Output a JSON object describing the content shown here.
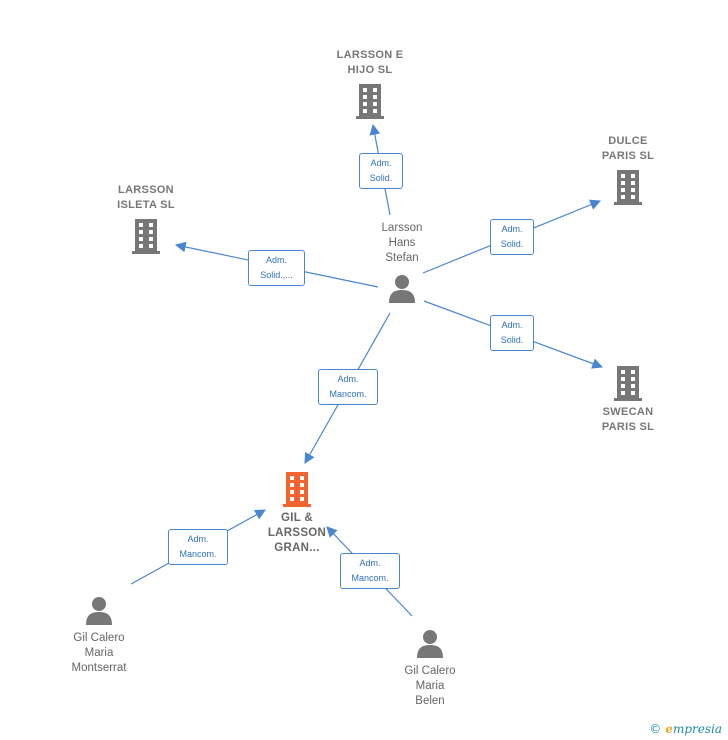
{
  "nodes": {
    "larsson_e_hijo": {
      "label": "LARSSON E\nHIJO  SL",
      "type": "company"
    },
    "dulce_paris": {
      "label": "DULCE\nPARIS  SL",
      "type": "company"
    },
    "larsson_isleta": {
      "label": "LARSSON\nISLETA  SL",
      "type": "company"
    },
    "swecan_paris": {
      "label": "SWECAN\nPARIS SL",
      "type": "company"
    },
    "gil_larsson": {
      "label": "GIL &\nLARSSON\nGRAN...",
      "type": "company-main"
    },
    "larsson_hans": {
      "label": "Larsson\nHans\nStefan",
      "type": "person"
    },
    "gil_calero_montserrat": {
      "label": "Gil Calero\nMaria\nMontserrat",
      "type": "person"
    },
    "gil_calero_belen": {
      "label": "Gil Calero\nMaria\nBelen",
      "type": "person"
    }
  },
  "edges": [
    {
      "id": "e1",
      "from": "larsson_hans",
      "to": "larsson_e_hijo",
      "label": "Adm.\nSolid."
    },
    {
      "id": "e2",
      "from": "larsson_hans",
      "to": "dulce_paris",
      "label": "Adm.\nSolid."
    },
    {
      "id": "e3",
      "from": "larsson_hans",
      "to": "larsson_isleta",
      "label": "Adm.\nSolid.,..."
    },
    {
      "id": "e4",
      "from": "larsson_hans",
      "to": "swecan_paris",
      "label": "Adm.\nSolid."
    },
    {
      "id": "e5",
      "from": "larsson_hans",
      "to": "gil_larsson",
      "label": "Adm.\nMancom."
    },
    {
      "id": "e6",
      "from": "gil_calero_montserrat",
      "to": "gil_larsson",
      "label": "Adm.\nMancom."
    },
    {
      "id": "e7",
      "from": "gil_calero_belen",
      "to": "gil_larsson",
      "label": "Adm.\nMancom."
    }
  ],
  "colors": {
    "edge": "#4a86d0",
    "company_icon": "#777777",
    "main_company_icon": "#f26430",
    "person_icon": "#777777"
  },
  "watermark": {
    "symbol": "©",
    "brand_initial": "e",
    "brand_rest": "mpresia"
  }
}
